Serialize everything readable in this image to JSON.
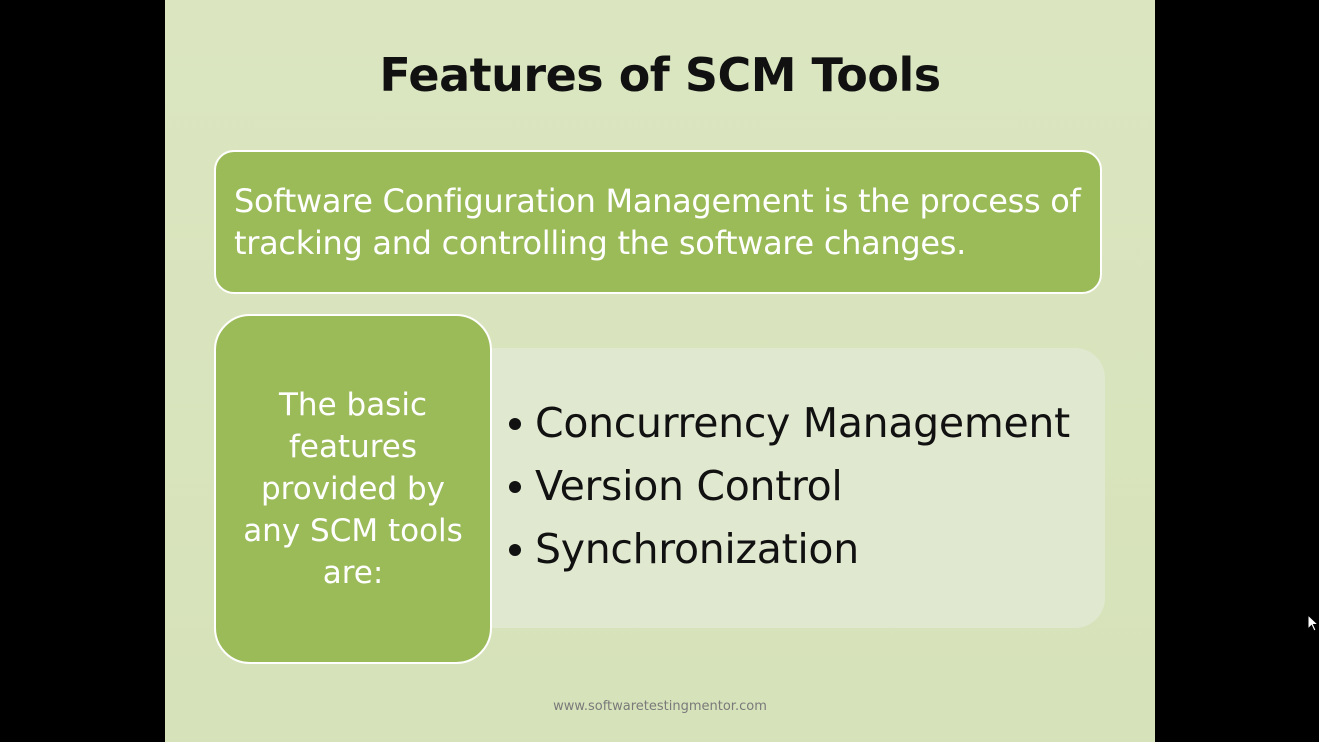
{
  "slide": {
    "title": "Features of SCM Tools",
    "definition": "Software Configuration Management is the process of tracking and controlling the software changes.",
    "features_label": "The basic features provided by any SCM tools are:",
    "features": [
      "Concurrency Management",
      "Version Control",
      "Synchronization"
    ],
    "footer_url": "www.softwaretestingmentor.com"
  },
  "colors": {
    "slide_background": "#d8e4bc",
    "box_green": "#9bbb59",
    "panel_light": "#e0e8d0",
    "screen_background": "#000000"
  },
  "icons": {
    "cursor": "mouse-pointer-icon",
    "bullet": "bullet-dot-icon"
  }
}
